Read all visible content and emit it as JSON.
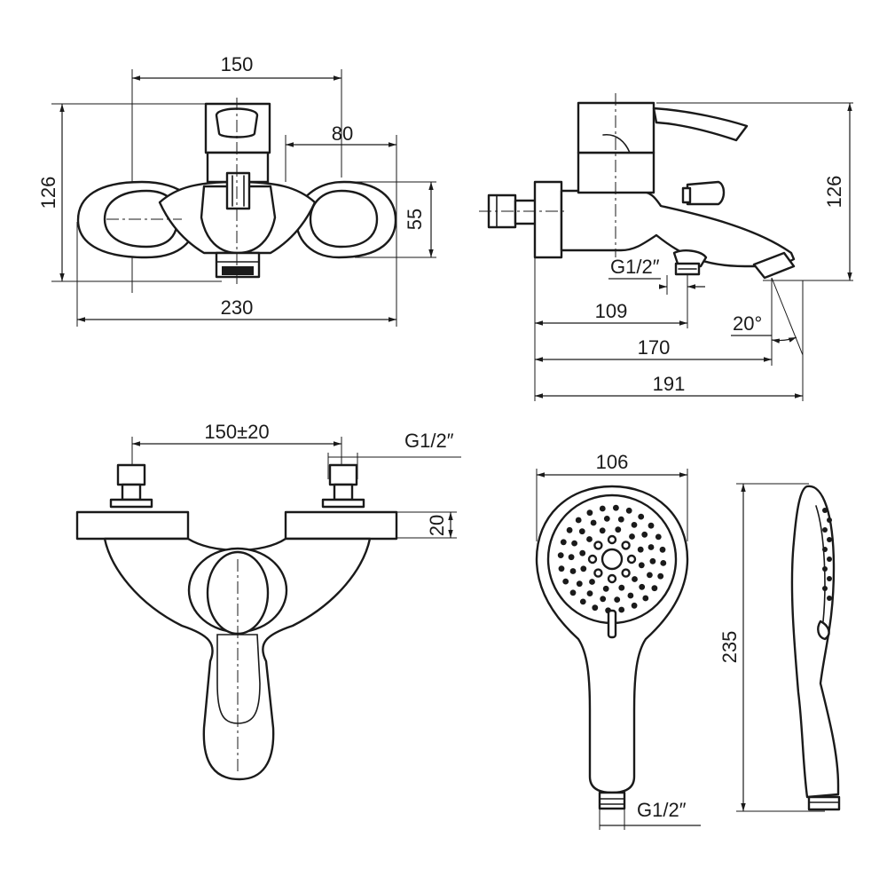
{
  "drawing": {
    "views": {
      "front": {
        "dim_width_top": "150",
        "dim_height": "126",
        "dim_offset": "80",
        "dim_body_height": "55",
        "dim_overall_width": "230"
      },
      "side": {
        "dim_height": "126",
        "thread_label": "G1/2″",
        "dim_109": "109",
        "dim_170": "170",
        "dim_191": "191",
        "angle_label": "20°"
      },
      "top": {
        "dim_spacing": "150±20",
        "thread_label": "G1/2″",
        "dim_plate": "20"
      },
      "handshower_front": {
        "dim_diameter": "106",
        "thread_label": "G1/2″"
      },
      "handshower_side": {
        "dim_length": "235"
      }
    }
  }
}
